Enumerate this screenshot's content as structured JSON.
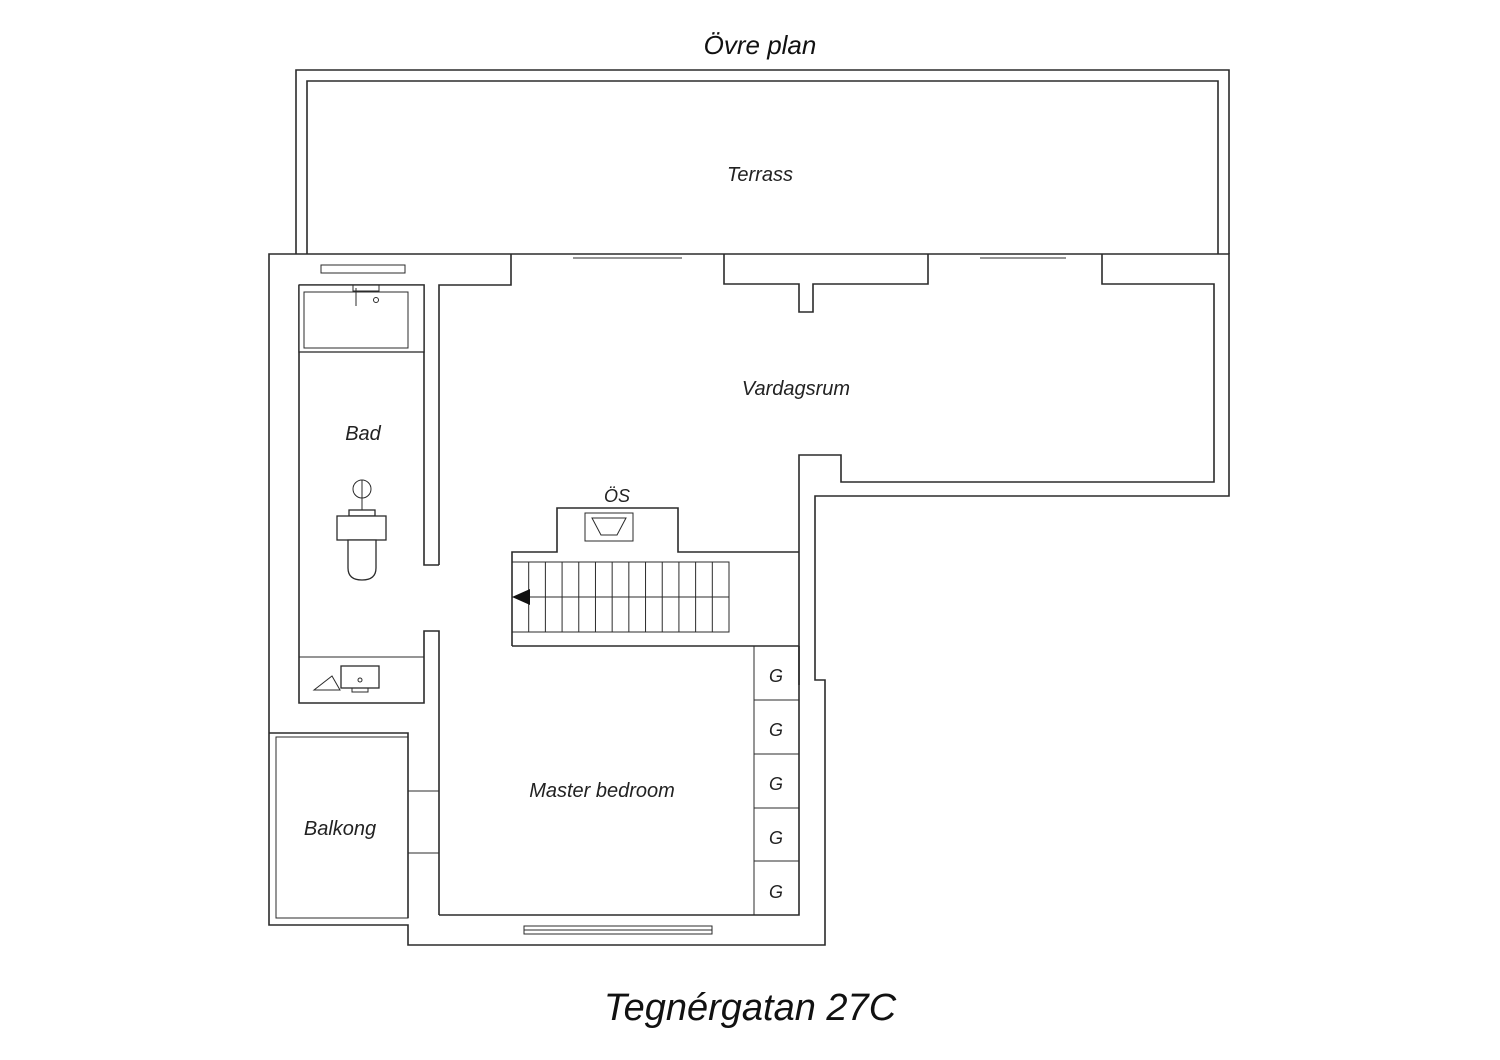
{
  "plan": {
    "header": "Övre plan",
    "footer": "Tegnérgatan 27C"
  },
  "rooms": {
    "terrace": "Terrass",
    "living": "Vardagsrum",
    "bath": "Bad",
    "storage": "ÖS",
    "bedroom": "Master bedroom",
    "balcony": "Balkong"
  },
  "wardrobes": [
    "G",
    "G",
    "G",
    "G",
    "G"
  ],
  "colors": {
    "line": "#2b2b2b",
    "background": "#ffffff"
  }
}
